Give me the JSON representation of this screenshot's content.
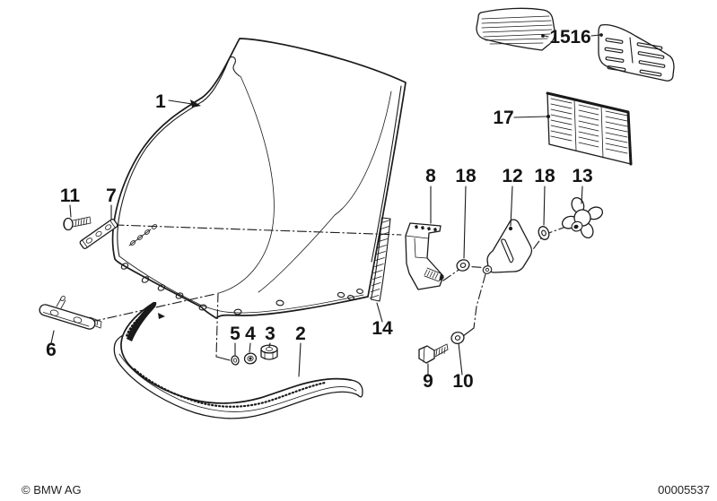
{
  "diagram": {
    "description": "Exploded parts diagram of a motorcycle windscreen assembly",
    "labels": [
      {
        "text": "1"
      },
      {
        "text": "2"
      },
      {
        "text": "3"
      },
      {
        "text": "4"
      },
      {
        "text": "5"
      },
      {
        "text": "6"
      },
      {
        "text": "7"
      },
      {
        "text": "8"
      },
      {
        "text": "9"
      },
      {
        "text": "10"
      },
      {
        "text": "11"
      },
      {
        "text": "12"
      },
      {
        "text": "13"
      },
      {
        "text": "14"
      },
      {
        "text": "15"
      },
      {
        "text": "16"
      },
      {
        "text": "17"
      },
      {
        "text": "18"
      },
      {
        "text": "18"
      }
    ]
  },
  "footer": {
    "copyright": "© BMW AG",
    "diagram_number": "00005537"
  },
  "colors": {
    "ink": "#1a1a1a",
    "paper": "#ffffff"
  }
}
